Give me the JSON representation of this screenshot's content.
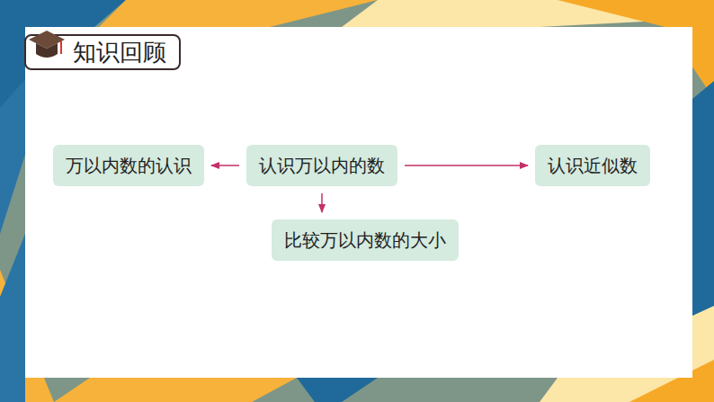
{
  "diagram": {
    "title": "知识回顾",
    "nodes": [
      {
        "text": [
          "万以内数的认识"
        ]
      },
      {
        "text": [
          "认识万以内的数"
        ]
      },
      {
        "text": [
          "认识近似数"
        ]
      },
      {
        "text": [
          "比较万以内数的大小"
        ]
      }
    ],
    "edges": [
      {
        "from": 1,
        "to": 0,
        "arrow": "to"
      },
      {
        "from": 1,
        "to": 2,
        "arrow": "to"
      },
      {
        "from": 1,
        "to": 3,
        "arrow": "to"
      }
    ]
  }
}
